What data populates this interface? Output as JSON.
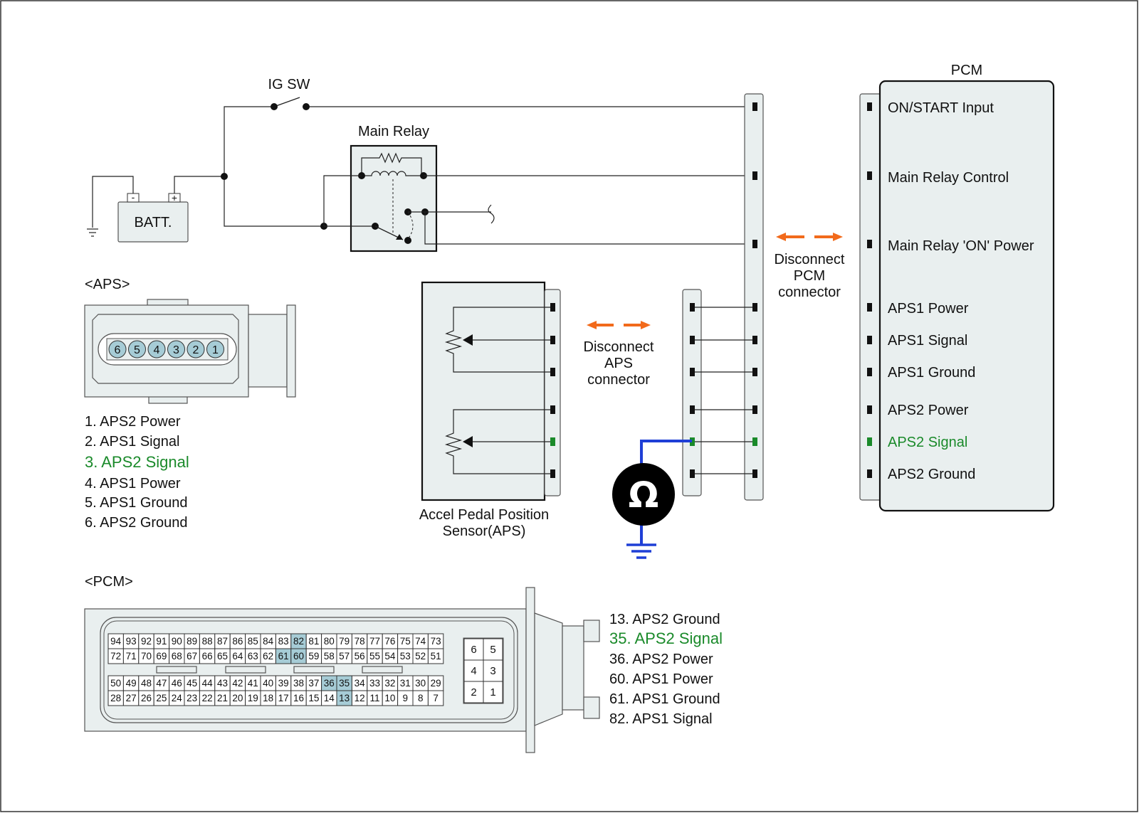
{
  "circuit": {
    "ig_sw_label": "IG SW",
    "main_relay_label": "Main Relay",
    "battery_label": "BATT.",
    "battery_neg": "-",
    "battery_pos": "+",
    "pcm_title": "PCM",
    "pcm_pins": [
      {
        "label": "ON/START Input",
        "highlight": false
      },
      {
        "label": "Main Relay Control",
        "highlight": false
      },
      {
        "label": "Main Relay 'ON' Power",
        "highlight": false
      },
      {
        "label": "APS1 Power",
        "highlight": false
      },
      {
        "label": "APS1 Signal",
        "highlight": false
      },
      {
        "label": "APS1 Ground",
        "highlight": false
      },
      {
        "label": "APS2 Power",
        "highlight": false
      },
      {
        "label": "APS2 Signal",
        "highlight": true
      },
      {
        "label": "APS2 Ground",
        "highlight": false
      }
    ],
    "disconnect_pcm": [
      "Disconnect",
      "PCM",
      "connector"
    ],
    "disconnect_aps": [
      "Disconnect",
      "APS",
      "connector"
    ],
    "sensor_label": [
      "Accel Pedal Position",
      "Sensor(APS)"
    ],
    "ohm_symbol": "Ω"
  },
  "aps_connector": {
    "title": "<APS>",
    "pins": [
      "6",
      "5",
      "4",
      "3",
      "2",
      "1"
    ],
    "legend": [
      {
        "text": "1. APS2 Power",
        "highlight": false
      },
      {
        "text": "2. APS1 Signal",
        "highlight": false
      },
      {
        "text": "3. APS2 Signal",
        "highlight": true
      },
      {
        "text": "4. APS1 Power",
        "highlight": false
      },
      {
        "text": "5. APS1 Ground",
        "highlight": false
      },
      {
        "text": "6. APS2 Ground",
        "highlight": false
      }
    ]
  },
  "pcm_connector": {
    "title": "<PCM>",
    "rows": [
      [
        "94",
        "93",
        "92",
        "91",
        "90",
        "89",
        "88",
        "87",
        "86",
        "85",
        "84",
        "83",
        "82",
        "81",
        "80",
        "79",
        "78",
        "77",
        "76",
        "75",
        "74",
        "73"
      ],
      [
        "72",
        "71",
        "70",
        "69",
        "68",
        "67",
        "66",
        "65",
        "64",
        "63",
        "62",
        "61",
        "60",
        "59",
        "58",
        "57",
        "56",
        "55",
        "54",
        "53",
        "52",
        "51"
      ],
      [
        "50",
        "49",
        "48",
        "47",
        "46",
        "45",
        "44",
        "43",
        "42",
        "41",
        "40",
        "39",
        "38",
        "37",
        "36",
        "35",
        "34",
        "33",
        "32",
        "31",
        "30",
        "29"
      ],
      [
        "28",
        "27",
        "26",
        "25",
        "24",
        "23",
        "22",
        "21",
        "20",
        "19",
        "18",
        "17",
        "16",
        "15",
        "14",
        "13",
        "12",
        "11",
        "10",
        "9",
        "8",
        "7"
      ]
    ],
    "highlighted": [
      "82",
      "61",
      "60",
      "36",
      "35",
      "13"
    ],
    "small_block": [
      [
        "6",
        "5"
      ],
      [
        "4",
        "3"
      ],
      [
        "2",
        "1"
      ]
    ],
    "legend": [
      {
        "text": "13. APS2 Ground",
        "highlight": false
      },
      {
        "text": "35. APS2 Signal",
        "highlight": true
      },
      {
        "text": "36. APS2 Power",
        "highlight": false
      },
      {
        "text": "60. APS1 Power",
        "highlight": false
      },
      {
        "text": "61. APS1 Ground",
        "highlight": false
      },
      {
        "text": "82. APS1 Signal",
        "highlight": false
      }
    ]
  },
  "colors": {
    "highlight_text": "#1a8a2a",
    "meter_lead": "#1f3fd6",
    "arrow": "#f26a1b",
    "pin_highlight": "#a6ccd6"
  }
}
